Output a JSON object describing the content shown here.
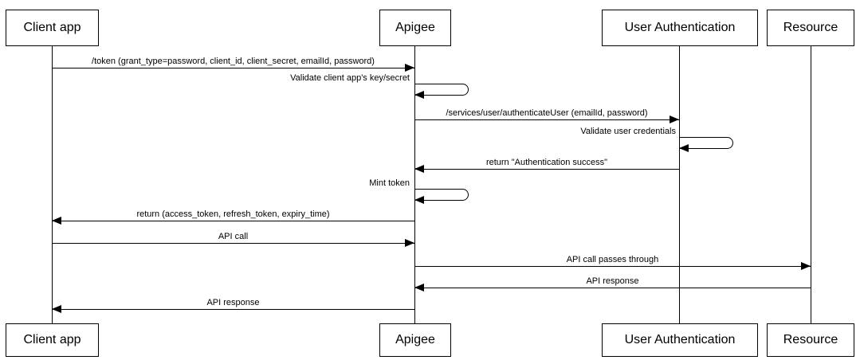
{
  "diagram": {
    "type": "sequence-diagram",
    "background_color": "#ffffff",
    "line_color": "#000000",
    "actors": [
      {
        "id": "client-app",
        "label": "Client app"
      },
      {
        "id": "apigee",
        "label": "Apigee"
      },
      {
        "id": "user-authentication",
        "label": "User Authentication"
      },
      {
        "id": "resource",
        "label": "Resource"
      }
    ],
    "messages": [
      {
        "label": "/token (grant_type=password, client_id, client_secret, emailId, password)",
        "from": "client-app",
        "to": "apigee",
        "type": "arrow"
      },
      {
        "label": "Validate client app's key/secret",
        "on": "apigee",
        "type": "self"
      },
      {
        "label": "/services/user/authenticateUser (emailId, password)",
        "from": "apigee",
        "to": "user-authentication",
        "type": "arrow"
      },
      {
        "label": "Validate user credentials",
        "on": "user-authentication",
        "type": "self"
      },
      {
        "label": "return \"Authentication success\"",
        "from": "user-authentication",
        "to": "apigee",
        "type": "arrow"
      },
      {
        "label": "Mint token",
        "on": "apigee",
        "type": "self"
      },
      {
        "label": "return (access_token, refresh_token, expiry_time)",
        "from": "apigee",
        "to": "client-app",
        "type": "arrow"
      },
      {
        "label": "API call",
        "from": "client-app",
        "to": "apigee",
        "type": "arrow"
      },
      {
        "label": "API call passes through",
        "from": "apigee",
        "to": "resource",
        "type": "arrow"
      },
      {
        "label": "API response",
        "from": "resource",
        "to": "apigee",
        "type": "arrow"
      },
      {
        "label": "API response",
        "from": "apigee",
        "to": "client-app",
        "type": "arrow"
      }
    ]
  }
}
